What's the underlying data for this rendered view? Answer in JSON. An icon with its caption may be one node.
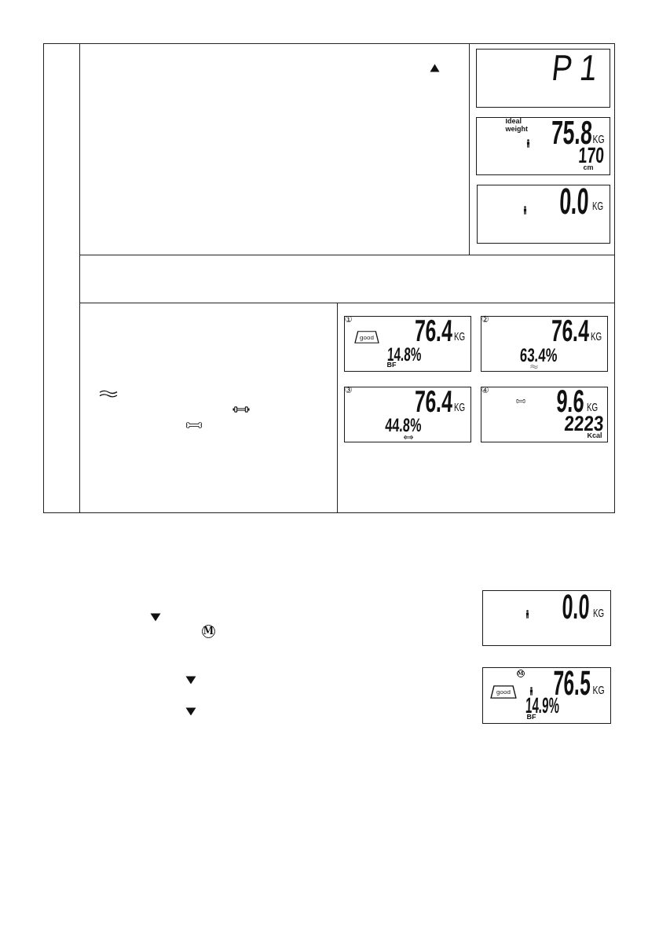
{
  "diagram": {
    "nodes": [
      {
        "text": [
          "P 1"
        ]
      },
      {
        "text": [
          "Ideal weight",
          "75.8",
          "KG",
          "170",
          "cm"
        ]
      },
      {
        "text": [
          "0.0",
          "KG"
        ]
      },
      {
        "text": [
          "①",
          "76.4",
          "KG",
          "14.8%",
          "BF"
        ]
      },
      {
        "text": [
          "good"
        ],
        "in": 3
      },
      {
        "text": [
          "②",
          "76.4",
          "KG",
          "63.4%"
        ]
      },
      {
        "text": [
          "③",
          "76.4",
          "KG",
          "44.8%"
        ]
      },
      {
        "text": [
          "④",
          "9.6",
          "KG",
          "2223",
          "Kcal"
        ]
      },
      {
        "text": [
          "0.0",
          "KG"
        ]
      },
      {
        "text": [
          "M",
          "76.5",
          "KG",
          "14.9%",
          "BF"
        ]
      },
      {
        "text": [
          "good"
        ],
        "in": 9
      }
    ],
    "labels": [
      "M"
    ]
  }
}
